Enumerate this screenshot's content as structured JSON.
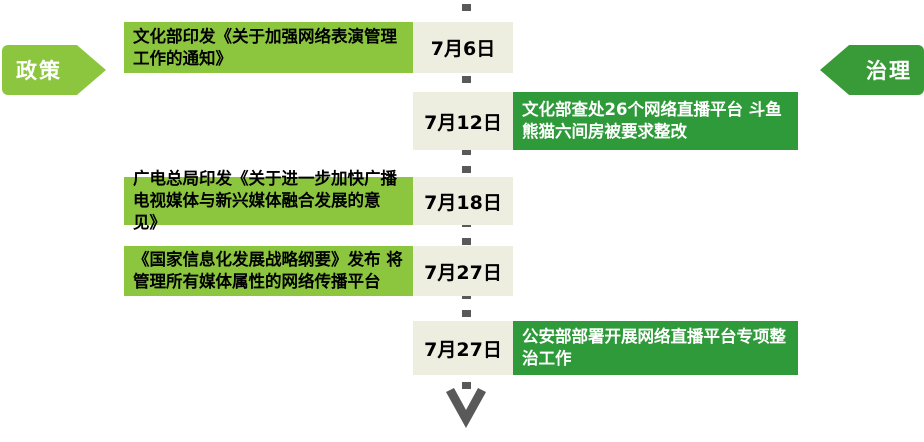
{
  "tags": {
    "left": {
      "label": "政策",
      "color": "#8CC63E"
    },
    "right": {
      "label": "治理",
      "color": "#399B38"
    }
  },
  "colors": {
    "policy_box": "#8CC63E",
    "governance_box": "#2E9A39",
    "date_box": "#EDEEE0",
    "spine": "#595959",
    "policy_text": "#000000",
    "governance_text": "#FFFFFF"
  },
  "timeline": [
    {
      "date": "7月6日",
      "side": "left",
      "category": "政策",
      "text": "文化部印发《关于加强网络表演管理工作的通知》"
    },
    {
      "date": "7月12日",
      "side": "right",
      "category": "治理",
      "text": "文化部查处26个网络直播平台 斗鱼熊猫六间房被要求整改"
    },
    {
      "date": "7月18日",
      "side": "left",
      "category": "政策",
      "text": "广电总局印发《关于进一步加快广播电视媒体与新兴媒体融合发展的意见》"
    },
    {
      "date": "7月27日",
      "side": "left",
      "category": "政策",
      "text": "《国家信息化发展战略纲要》发布 将管理所有媒体属性的网络传播平台"
    },
    {
      "date": "7月27日",
      "side": "right",
      "category": "治理",
      "text": "公安部部署开展网络直播平台专项整治工作"
    }
  ],
  "arrow": {
    "icon": "down-arrow-icon",
    "direction": "down"
  }
}
